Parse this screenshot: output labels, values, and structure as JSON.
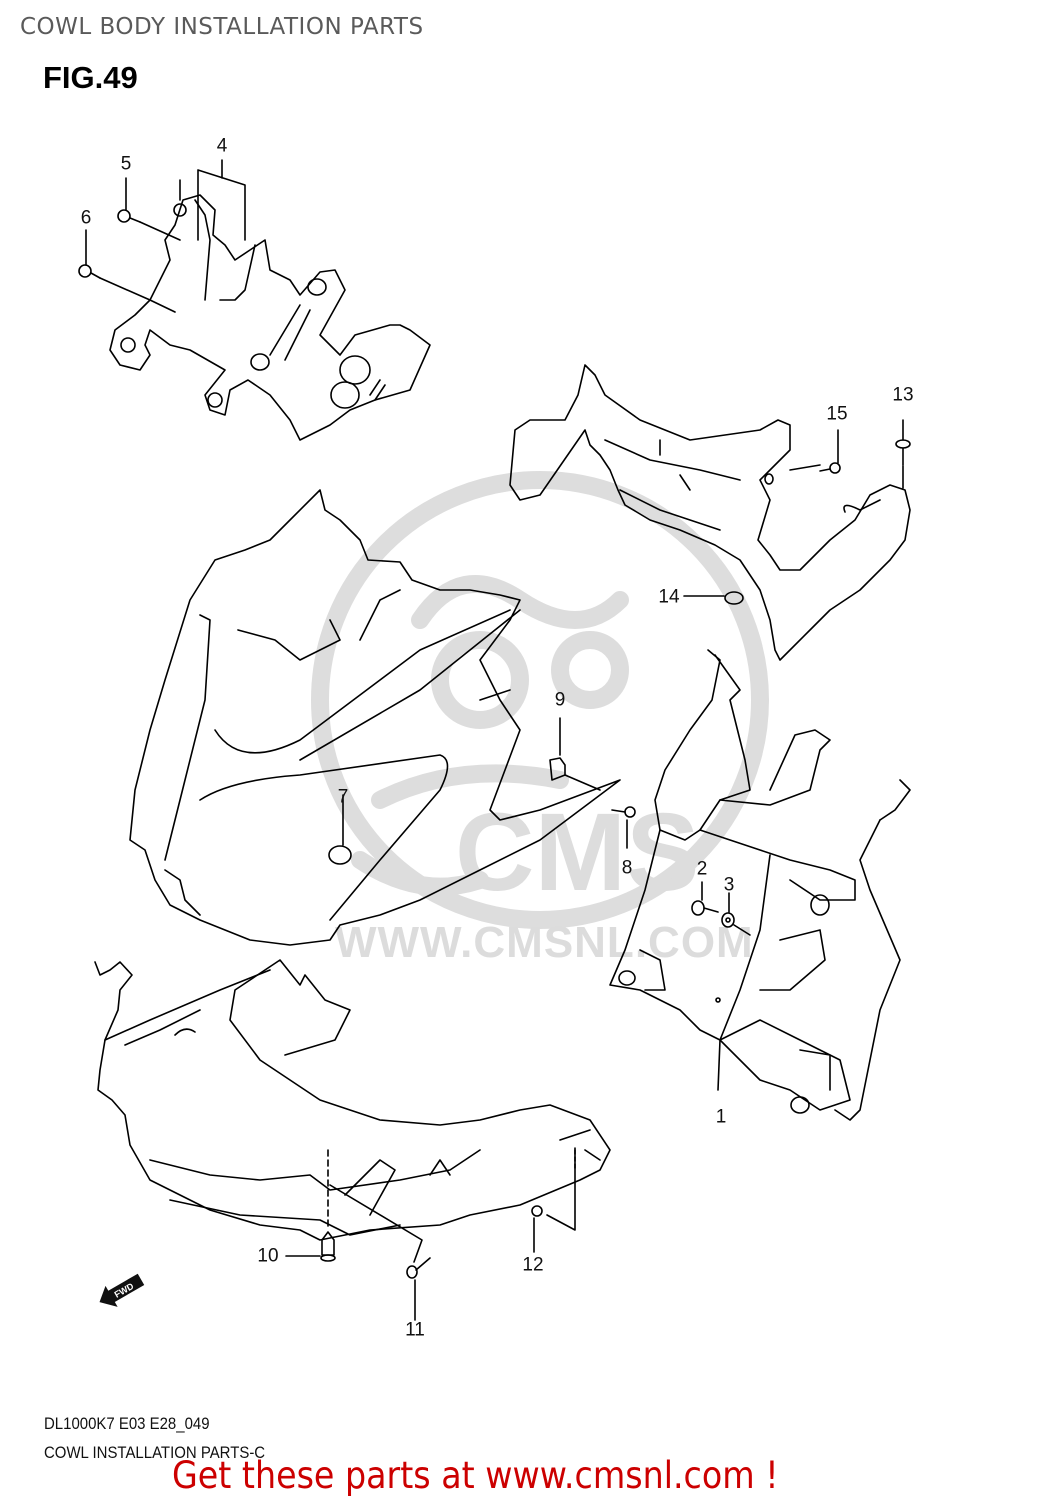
{
  "header": {
    "title": "COWL BODY INSTALLATION PARTS",
    "figure": "FIG.49"
  },
  "diagram": {
    "watermark": "WWW.CMSNL.COM",
    "watermark_logo": "CMS",
    "direction_arrow": "FWD",
    "callouts": [
      {
        "id": "1",
        "label": "1",
        "part": "cowl-brace-frame"
      },
      {
        "id": "2",
        "label": "2",
        "part": "bolt"
      },
      {
        "id": "3",
        "label": "3",
        "part": "washer"
      },
      {
        "id": "4",
        "label": "4",
        "part": "meter-bracket"
      },
      {
        "id": "5",
        "label": "5",
        "part": "screw"
      },
      {
        "id": "6",
        "label": "6",
        "part": "screw"
      },
      {
        "id": "7",
        "label": "7",
        "part": "grommet"
      },
      {
        "id": "8",
        "label": "8",
        "part": "screw"
      },
      {
        "id": "9",
        "label": "9",
        "part": "nut-clip"
      },
      {
        "id": "10",
        "label": "10",
        "part": "fastener-clip"
      },
      {
        "id": "11",
        "label": "11",
        "part": "tapping-screw"
      },
      {
        "id": "12",
        "label": "12",
        "part": "fastener"
      },
      {
        "id": "13",
        "label": "13",
        "part": "screw"
      },
      {
        "id": "14",
        "label": "14",
        "part": "cushion"
      },
      {
        "id": "15",
        "label": "15",
        "part": "fastener"
      }
    ]
  },
  "footer": {
    "code": "DL1000K7 E03 E28_049",
    "name": "COWL INSTALLATION PARTS-C",
    "promo": "Get these parts at www.cmsnl.com !"
  },
  "colors": {
    "title_gray": "#5a5a5a",
    "promo_red": "#cc0000",
    "watermark_gray": "#dcdcdc",
    "line_black": "#000000"
  }
}
